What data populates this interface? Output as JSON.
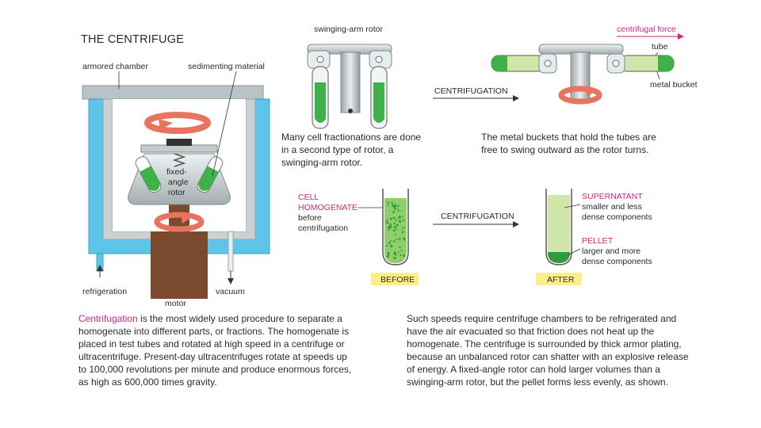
{
  "title": "THE CENTRIFUGE",
  "labels": {
    "armored_chamber": "armored chamber",
    "sedimenting_material": "sedimenting material",
    "rotor_line1": "fixed-",
    "rotor_line2": "angle",
    "rotor_line3": "rotor",
    "refrigeration": "refrigeration",
    "vacuum": "vacuum",
    "motor": "motor",
    "swinging_arm_rotor": "swinging-arm rotor",
    "centrifugal_force": "centrifugal force",
    "tube": "tube",
    "metal_bucket": "metal bucket",
    "centrifugation_top": "CENTRIFUGATION",
    "centrifugation_bottom": "CENTRIFUGATION",
    "cell": "CELL",
    "homogenate": "HOMOGENATE",
    "before_centrifugation_1": "before",
    "before_centrifugation_2": "centrifugation",
    "supernatant": "SUPERNATANT",
    "supernatant_desc_1": "smaller and less",
    "supernatant_desc_2": "dense components",
    "pellet": "PELLET",
    "pellet_desc_1": "larger and more",
    "pellet_desc_2": "dense components",
    "before_tag": "BEFORE",
    "after_tag": "AFTER"
  },
  "captions": {
    "swing_1": "Many cell fractionations are done",
    "swing_2": "in a second type of rotor, a",
    "swing_3": "swinging-arm rotor.",
    "buckets_1": "The metal buckets that hold the tubes are",
    "buckets_2": "free to swing outward as the rotor turns."
  },
  "paragraph_left": {
    "highlight": "Centrifugation",
    "line1_rest": " is the most widely used procedure to separate a",
    "line2": "homogenate into different parts, or fractions. The homogenate is",
    "line3": "placed in test tubes and rotated at high speed in a centrifuge or",
    "line4": "ultracentrifuge. Present-day ultracentrifuges rotate at speeds up",
    "line5": "to 100,000 revolutions per minute and produce enormous forces,",
    "line6": "as high as 600,000 times gravity."
  },
  "paragraph_right": {
    "line1": "Such speeds require centrifuge chambers to be refrigerated and",
    "line2": "have the air evacuated so that friction does not heat up the",
    "line3": "homogenate. The centrifuge is surrounded by thick armor plating,",
    "line4": "because an unbalanced rotor can shatter with an explosive release",
    "line5": "of energy. A fixed-angle rotor can hold larger volumes than a",
    "line6": "swinging-arm rotor, but the pellet forms less evenly, as shown."
  },
  "colors": {
    "chamber_blue": "#5ec4ea",
    "armor_gray": "#b9c2c4",
    "motor_brown": "#7b4a2e",
    "tube_green": "#3fb14a",
    "supernatant_green": "#cfe6a8",
    "rotation_red": "#e8735e",
    "magenta": "#d0267f",
    "tag_yellow": "#ffee8a"
  }
}
